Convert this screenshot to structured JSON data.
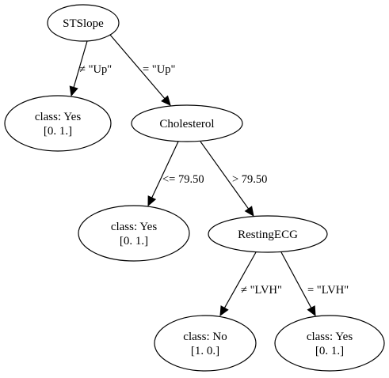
{
  "tree": {
    "nodes": [
      {
        "id": "stslope",
        "lines": [
          "STSlope"
        ]
      },
      {
        "id": "leaf-1",
        "lines": [
          "class: Yes",
          "[0. 1.]"
        ]
      },
      {
        "id": "cholesterol",
        "lines": [
          "Cholesterol"
        ]
      },
      {
        "id": "leaf-2",
        "lines": [
          "class: Yes",
          "[0. 1.]"
        ]
      },
      {
        "id": "restingecg",
        "lines": [
          "RestingECG"
        ]
      },
      {
        "id": "leaf-3",
        "lines": [
          "class: No",
          "[1. 0.]"
        ]
      },
      {
        "id": "leaf-4",
        "lines": [
          "class: Yes",
          "[0. 1.]"
        ]
      }
    ],
    "edges": [
      {
        "id": "e1",
        "from": "stslope",
        "to": "leaf-1",
        "label": "≠ \"Up\""
      },
      {
        "id": "e2",
        "from": "stslope",
        "to": "cholesterol",
        "label": "= \"Up\""
      },
      {
        "id": "e3",
        "from": "cholesterol",
        "to": "leaf-2",
        "label": "<= 79.50"
      },
      {
        "id": "e4",
        "from": "cholesterol",
        "to": "restingecg",
        "label": "> 79.50"
      },
      {
        "id": "e5",
        "from": "restingecg",
        "to": "leaf-3",
        "label": "≠ \"LVH\""
      },
      {
        "id": "e6",
        "from": "restingecg",
        "to": "leaf-4",
        "label": "= \"LVH\""
      }
    ]
  }
}
